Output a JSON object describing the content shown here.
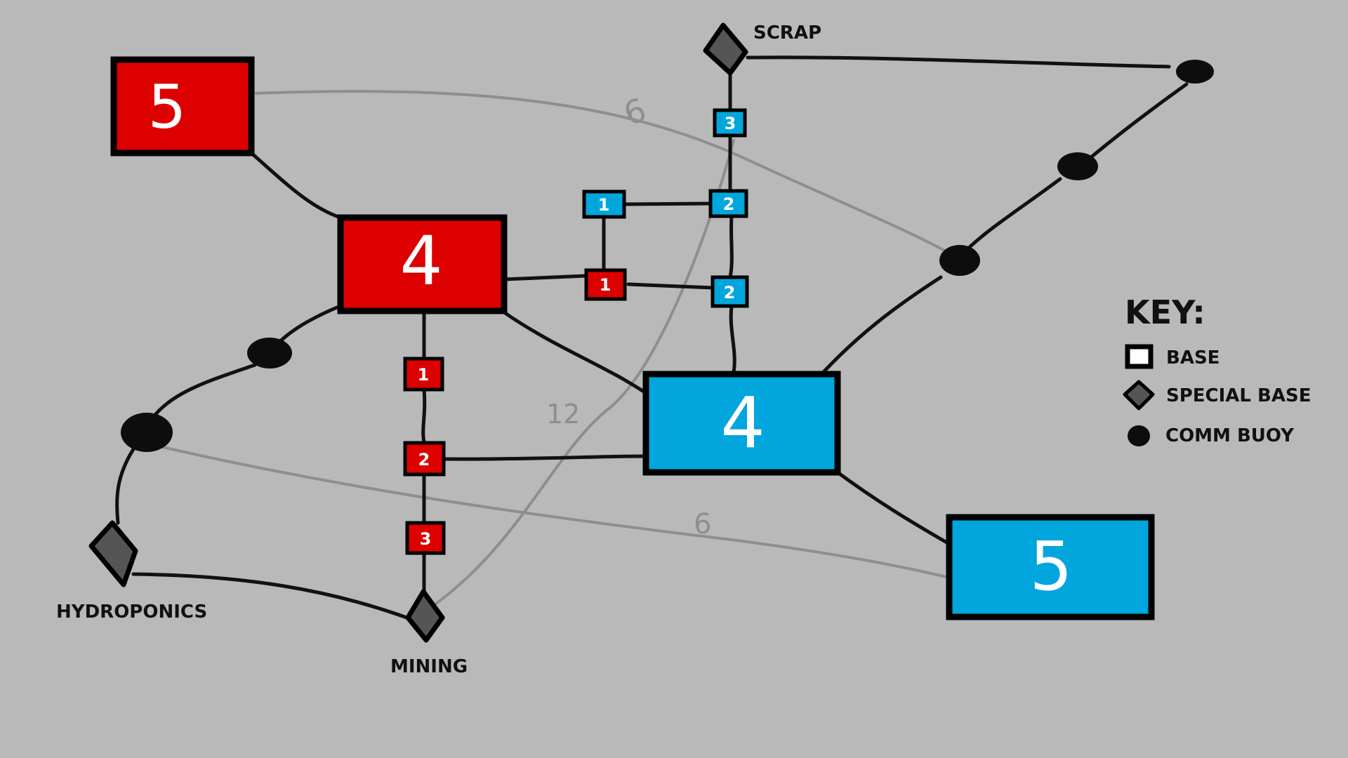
{
  "colors": {
    "background": "#b9b9b9",
    "red_team": "#dd0000",
    "blue_team": "#00a6dc",
    "special_base": "#555555",
    "outline": "#000000",
    "route": "#111111",
    "long_route": "#8e8e8e"
  },
  "bases": {
    "red_5": {
      "value": "5",
      "team": "red"
    },
    "red_4": {
      "value": "4",
      "team": "red"
    },
    "blue_4": {
      "value": "4",
      "team": "blue"
    },
    "blue_5": {
      "value": "5",
      "team": "blue"
    }
  },
  "nodes": {
    "blue_top_3": "3",
    "blue_mid_1": "1",
    "blue_mid_2": "2",
    "blue_low_2": "2",
    "red_right_1": "1",
    "red_down_1": "1",
    "red_down_2": "2",
    "red_down_3": "3"
  },
  "special_bases": {
    "scrap": "SCRAP",
    "hydroponics": "HYDROPONICS",
    "mining": "MINING"
  },
  "distances": {
    "top_arc": "6",
    "diagonal": "12",
    "bottom_arc": "6"
  },
  "key": {
    "title": "KEY:",
    "base": "BASE",
    "special_base": "SPECIAL BASE",
    "comm_buoy": "COMM BUOY"
  }
}
